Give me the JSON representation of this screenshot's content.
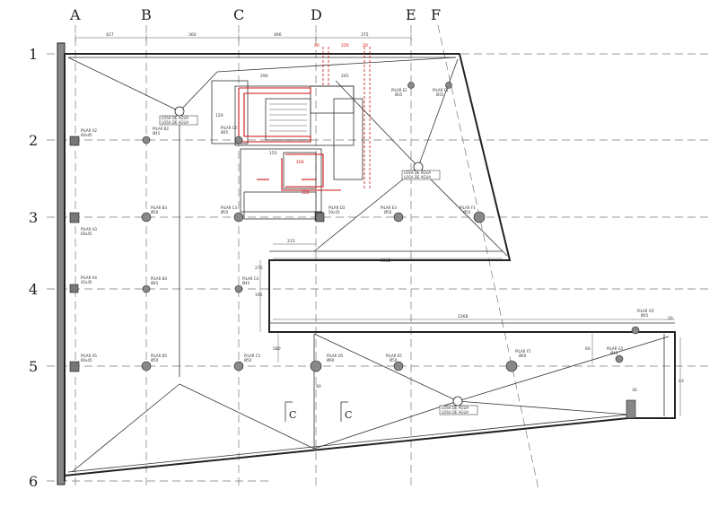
{
  "axes": {
    "columns": [
      "A",
      "B",
      "C",
      "D",
      "E",
      "F"
    ],
    "rows": [
      "1",
      "2",
      "3",
      "4",
      "5",
      "6"
    ]
  },
  "dimensions": {
    "top": [
      "427",
      "360",
      "466",
      "375"
    ],
    "east_side": "2268",
    "long": "1382",
    "small_a": "215",
    "small_b": "245",
    "small_c": "155",
    "small_d": "290",
    "v1": "270",
    "v2": "195",
    "v3": "580",
    "v4": "40",
    "v5": "20",
    "v6": "30",
    "v7": "120",
    "v8": "60",
    "v9": "43",
    "red_top1": "20",
    "red_top2": "220",
    "red_top3": "20",
    "red_mid": "100",
    "red_low": "120"
  },
  "columns_labels": {
    "A2": [
      "PILAR A2",
      "60x45"
    ],
    "A3": [
      "PILAR A3",
      "60x45"
    ],
    "A4": [
      "PILAR A4",
      "45x45"
    ],
    "A5": [
      "PILAR A5",
      "60x45"
    ],
    "B2": [
      "PILAR B2",
      "Ø45"
    ],
    "B3": [
      "PILAR B3",
      "Ø50"
    ],
    "B4": [
      "PILAR B4",
      "Ø45"
    ],
    "B5": [
      "PILAR B5",
      "Ø50"
    ],
    "C2": [
      "PILAR C2",
      "Ø45"
    ],
    "C3": [
      "PILAR C3",
      "Ø50"
    ],
    "C4": [
      "PILAR C4",
      "Ø45"
    ],
    "C5": [
      "PILAR C5",
      "Ø50"
    ],
    "D3": [
      "PILAR D3",
      "50x35"
    ],
    "D5": [
      "PILAR D5",
      "Ø60"
    ],
    "E1": [
      "PILAR E1",
      "Ø35"
    ],
    "E3": [
      "PILAR E3",
      "Ø50"
    ],
    "E5": [
      "PILAR E5",
      "Ø50"
    ],
    "F1": [
      "PILAR F1",
      "Ø35"
    ],
    "F3": [
      "PILAR F3",
      "Ø50"
    ],
    "F5": [
      "PILAR F5",
      "Ø60"
    ],
    "G5": [
      "PILAR G5",
      "Ø45"
    ],
    "G4": [
      "PILAR G5'",
      "Ø45"
    ]
  },
  "drains": {
    "d1": [
      "LOSA DE AGUA",
      "LOSA DE AGUA"
    ],
    "d2": [
      "LOSA DE AGUA",
      "LOSA DE AGUA"
    ],
    "d3": [
      "LOSA DE AGUA",
      "LOSA DE AGUA"
    ]
  },
  "section_marks": [
    "C",
    "C"
  ],
  "colors": {
    "wall": "#222222",
    "grid": "#777777",
    "red": "#d01010"
  }
}
